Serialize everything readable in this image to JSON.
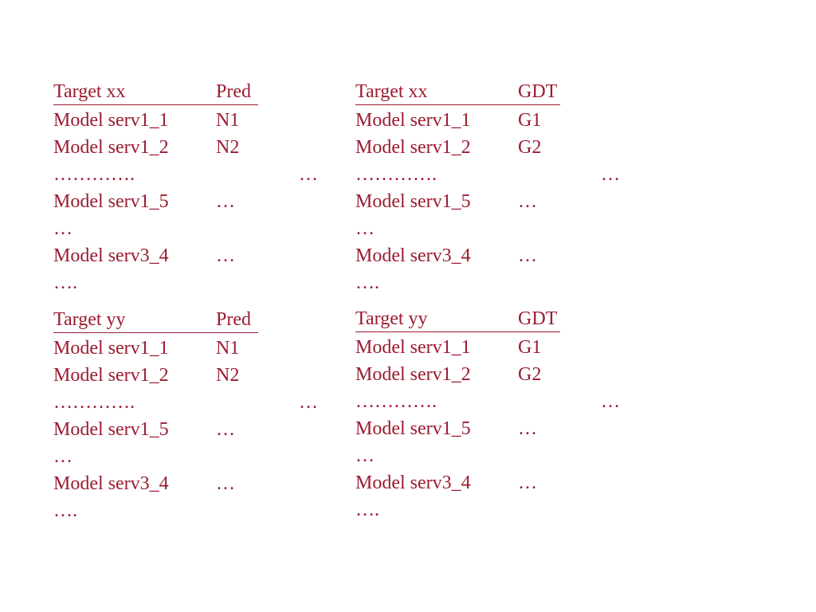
{
  "tables": [
    {
      "header": {
        "target": "Target xx",
        "column": "Pred"
      },
      "rows": [
        {
          "c1": "Model serv1_1",
          "c2": "N1",
          "c3": ""
        },
        {
          "c1": "Model serv1_2",
          "c2": "N2",
          "c3": ""
        },
        {
          "c1": "………….",
          "c2": "",
          "c3": "…"
        },
        {
          "c1": "Model serv1_5",
          "c2": "…",
          "c3": ""
        },
        {
          "c1": "…",
          "c2": "",
          "c3": ""
        },
        {
          "c1": "Model serv3_4",
          "c2": "…",
          "c3": ""
        },
        {
          "c1": "….",
          "c2": "",
          "c3": ""
        }
      ]
    },
    {
      "header": {
        "target": "Target xx",
        "column": "GDT"
      },
      "rows": [
        {
          "c1": "Model serv1_1",
          "c2": "G1",
          "c3": ""
        },
        {
          "c1": "Model serv1_2",
          "c2": "G2",
          "c3": ""
        },
        {
          "c1": "………….",
          "c2": "",
          "c3": "…"
        },
        {
          "c1": "Model serv1_5",
          "c2": "…",
          "c3": ""
        },
        {
          "c1": "…",
          "c2": "",
          "c3": ""
        },
        {
          "c1": "Model serv3_4",
          "c2": "…",
          "c3": ""
        },
        {
          "c1": "….",
          "c2": "",
          "c3": ""
        }
      ]
    },
    {
      "header": {
        "target": "Target yy",
        "column": "Pred"
      },
      "rows": [
        {
          "c1": "Model serv1_1",
          "c2": "N1",
          "c3": ""
        },
        {
          "c1": "Model serv1_2",
          "c2": "N2",
          "c3": ""
        },
        {
          "c1": "………….",
          "c2": "",
          "c3": "…"
        },
        {
          "c1": "Model serv1_5",
          "c2": "…",
          "c3": ""
        },
        {
          "c1": "…",
          "c2": "",
          "c3": ""
        },
        {
          "c1": "Model serv3_4",
          "c2": "…",
          "c3": ""
        },
        {
          "c1": "….",
          "c2": "",
          "c3": ""
        }
      ]
    },
    {
      "header": {
        "target": "Target yy",
        "column": "GDT"
      },
      "rows": [
        {
          "c1": "Model serv1_1",
          "c2": "G1",
          "c3": ""
        },
        {
          "c1": "Model serv1_2",
          "c2": "G2",
          "c3": ""
        },
        {
          "c1": "………….",
          "c2": "",
          "c3": "…"
        },
        {
          "c1": "Model serv1_5",
          "c2": "…",
          "c3": ""
        },
        {
          "c1": "…",
          "c2": "",
          "c3": ""
        },
        {
          "c1": "Model serv3_4",
          "c2": "…",
          "c3": ""
        },
        {
          "c1": "….",
          "c2": "",
          "c3": ""
        }
      ]
    }
  ]
}
